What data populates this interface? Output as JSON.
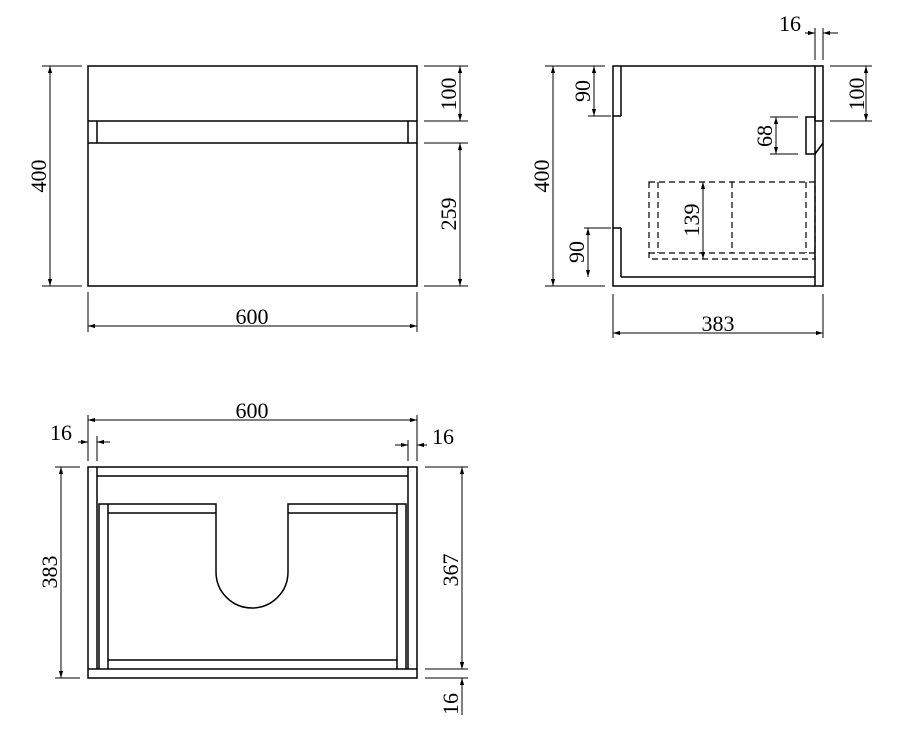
{
  "front_view": {
    "height": "400",
    "top_drawer_height": "100",
    "lower_drawer_height": "259",
    "width": "600"
  },
  "side_view": {
    "height": "400",
    "top_cutout": "90",
    "bottom_cutout": "90",
    "handle": "68",
    "basin_depth": "139",
    "top_panel": "100",
    "front_thickness": "16",
    "depth": "383"
  },
  "plan_view": {
    "width": "600",
    "left_thickness": "16",
    "right_thickness": "16",
    "depth": "383",
    "inner_depth": "367",
    "bottom_thickness": "16"
  }
}
